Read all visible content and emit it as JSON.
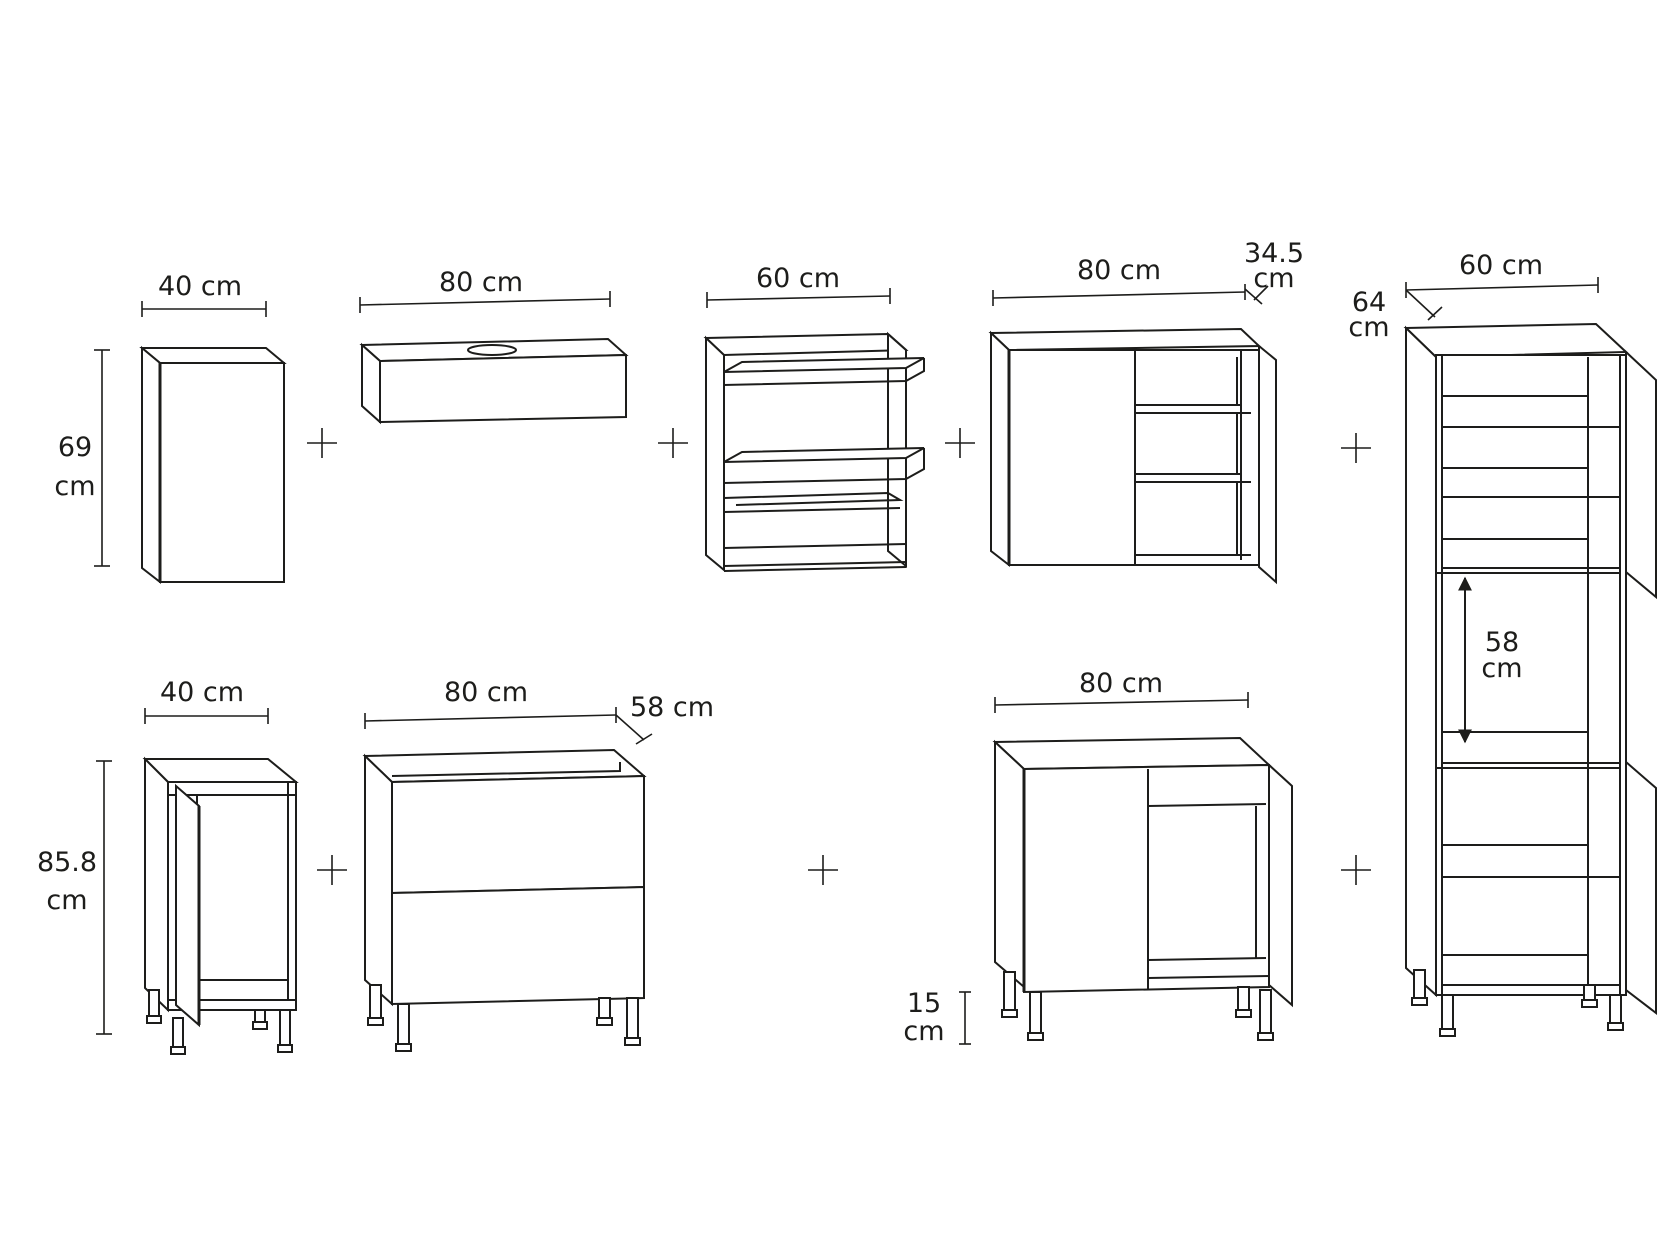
{
  "dimensions": {
    "wall1_width": "40 cm",
    "wall_height": [
      "69",
      "cm"
    ],
    "wall2_width": "80 cm",
    "wall3_width": "60 cm",
    "wall4_width": "80 cm",
    "wall_depth": [
      "34.5",
      "cm"
    ],
    "tall_width": "60 cm",
    "tall_depth": [
      "64",
      "cm"
    ],
    "tall_niche": [
      "58",
      "cm"
    ],
    "base1_width": "40 cm",
    "base_height": [
      "85.8",
      "cm"
    ],
    "base2_width": "80 cm",
    "base_depth": "58 cm",
    "base3_width": "80 cm",
    "leg_height": [
      "15",
      "cm"
    ]
  }
}
